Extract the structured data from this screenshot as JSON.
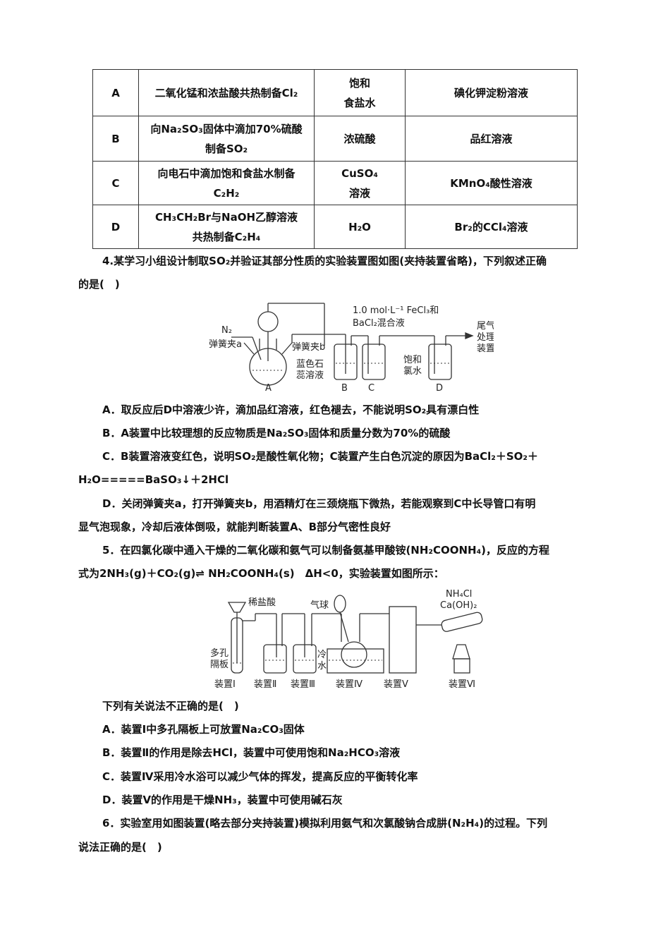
{
  "table": {
    "rows": [
      {
        "label": "A",
        "method": "二氧化锰和浓盐酸共热制备Cl₂",
        "reagent_l1": "饱和",
        "reagent_l2": "食盐水",
        "test": "碘化钾淀粉溶液"
      },
      {
        "label": "B",
        "method_l1": "向Na₂SO₃固体中滴加70%硫酸",
        "method_l2": "制备SO₂",
        "reagent_l1": "浓硫酸",
        "reagent_l2": "",
        "test": "品红溶液"
      },
      {
        "label": "C",
        "method_l1": "向电石中滴加饱和食盐水制备",
        "method_l2": "C₂H₂",
        "reagent_l1": "CuSO₄",
        "reagent_l2": "溶液",
        "test": "KMnO₄酸性溶液"
      },
      {
        "label": "D",
        "method_l1": "CH₃CH₂Br与NaOH乙醇溶液",
        "method_l2": "共热制备C₂H₄",
        "reagent_l1": "H₂O",
        "reagent_l2": "",
        "test": "Br₂的CCl₄溶液"
      }
    ]
  },
  "q4": {
    "stem_l1": "4.某学习小组设计制取SO₂并验证其部分性质的实验装置图如图(夹持装置省略)，下列叙述正确",
    "stem_l2": "的是(　)",
    "fig": {
      "n2": "N₂",
      "clip_a": "弹簧夹a",
      "clip_b": "弹簧夹b",
      "fecl3": "1.0 mol·L⁻¹ FeCl₃和",
      "bacl2": "BaCl₂混合液",
      "tail_1": "尾气",
      "tail_2": "处理",
      "tail_3": "装置",
      "litmus_1": "蓝色石",
      "litmus_2": "蕊溶液",
      "cl2_1": "饱和",
      "cl2_2": "氯水",
      "lA": "A",
      "lB": "B",
      "lC": "C",
      "lD": "D"
    },
    "optA": "A．取反应后D中溶液少许，滴加品红溶液，红色褪去，不能说明SO₂具有漂白性",
    "optB": "B．A装置中比较理想的反应物质是Na₂SO₃固体和质量分数为70%的硫酸",
    "optC_l1": "C．B装置溶液变红色，说明SO₂是酸性氧化物；C装置产生白色沉淀的原因为BaCl₂＋SO₂＋",
    "optC_l2": "H₂O=====BaSO₃↓＋2HCl",
    "optD_l1": "D．关闭弹簧夹a，打开弹簧夹b，用酒精灯在三颈烧瓶下微热，若能观察到C中长导管口有明",
    "optD_l2": "显气泡现象，冷却后液体倒吸，就能判断装置A、B部分气密性良好"
  },
  "q5": {
    "stem_l1": "5．在四氯化碳中通入干燥的二氧化碳和氨气可以制备氨基甲酸铵(NH₂COONH₄)，反应的方程",
    "stem_l2": "式为2NH₃(g)＋CO₂(g)⇌ NH₂COONH₄(s)　ΔH<0，实验装置如图所示：",
    "fig": {
      "hcl": "稀盐酸",
      "balloon": "气球",
      "nh4cl": "NH₄Cl",
      "caoh2": "Ca(OH)₂",
      "porous_1": "多孔",
      "porous_2": "隔板",
      "cold_1": "冷",
      "cold_2": "水",
      "d1": "装置Ⅰ",
      "d2": "装置Ⅱ",
      "d3": "装置Ⅲ",
      "d4": "装置Ⅳ",
      "d5": "装置Ⅴ",
      "d6": "装置Ⅵ"
    },
    "ask": "下列有关说法不正确的是(　)",
    "optA": "A．装置Ⅰ中多孔隔板上可放置Na₂CO₃固体",
    "optB": "B．装置Ⅱ的作用是除去HCl，装置中可使用饱和Na₂HCO₃溶液",
    "optC": "C．装置Ⅳ采用冷水浴可以减少气体的挥发，提高反应的平衡转化率",
    "optD": "D．装置Ⅴ的作用是干燥NH₃，装置中可使用碱石灰"
  },
  "q6": {
    "stem_l1": "6．实验室用如图装置(略去部分夹持装置)模拟利用氨气和次氯酸钠合成肼(N₂H₄)的过程。下列",
    "stem_l2": "说法正确的是(　)"
  }
}
